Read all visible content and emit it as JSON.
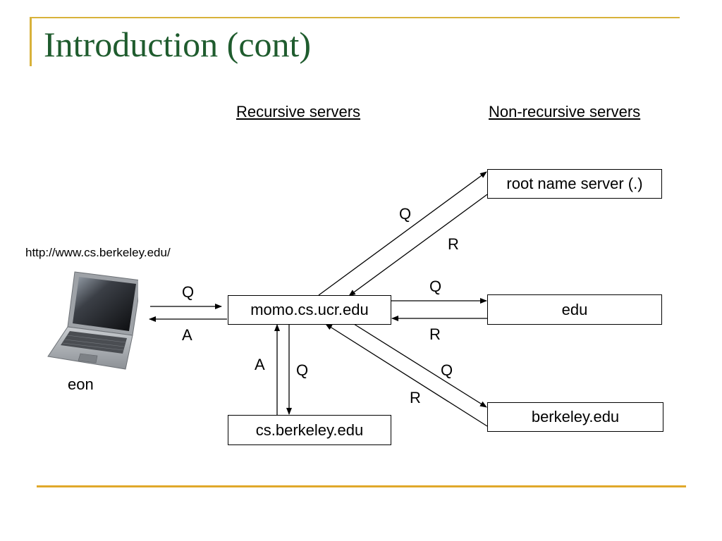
{
  "slide": {
    "title": "Introduction (cont)"
  },
  "headers": {
    "recursive": "Recursive servers",
    "non_recursive": "Non-recursive servers"
  },
  "client": {
    "url": "http://www.cs.berkeley.edu/",
    "name": "eon"
  },
  "nodes": {
    "momo": "momo.cs.ucr.edu",
    "cs_berkeley": "cs.berkeley.edu",
    "root": "root name server (.)",
    "edu": "edu",
    "berkeley": "berkeley.edu"
  },
  "edge_labels": {
    "client_q": "Q",
    "client_a": "A",
    "root_q": "Q",
    "root_r": "R",
    "edu_q": "Q",
    "edu_r": "R",
    "berkeley_q": "Q",
    "berkeley_r": "R",
    "csb_a": "A",
    "csb_q": "Q"
  },
  "colors": {
    "title": "#1f5c2e",
    "accent": "#d8b23a"
  }
}
